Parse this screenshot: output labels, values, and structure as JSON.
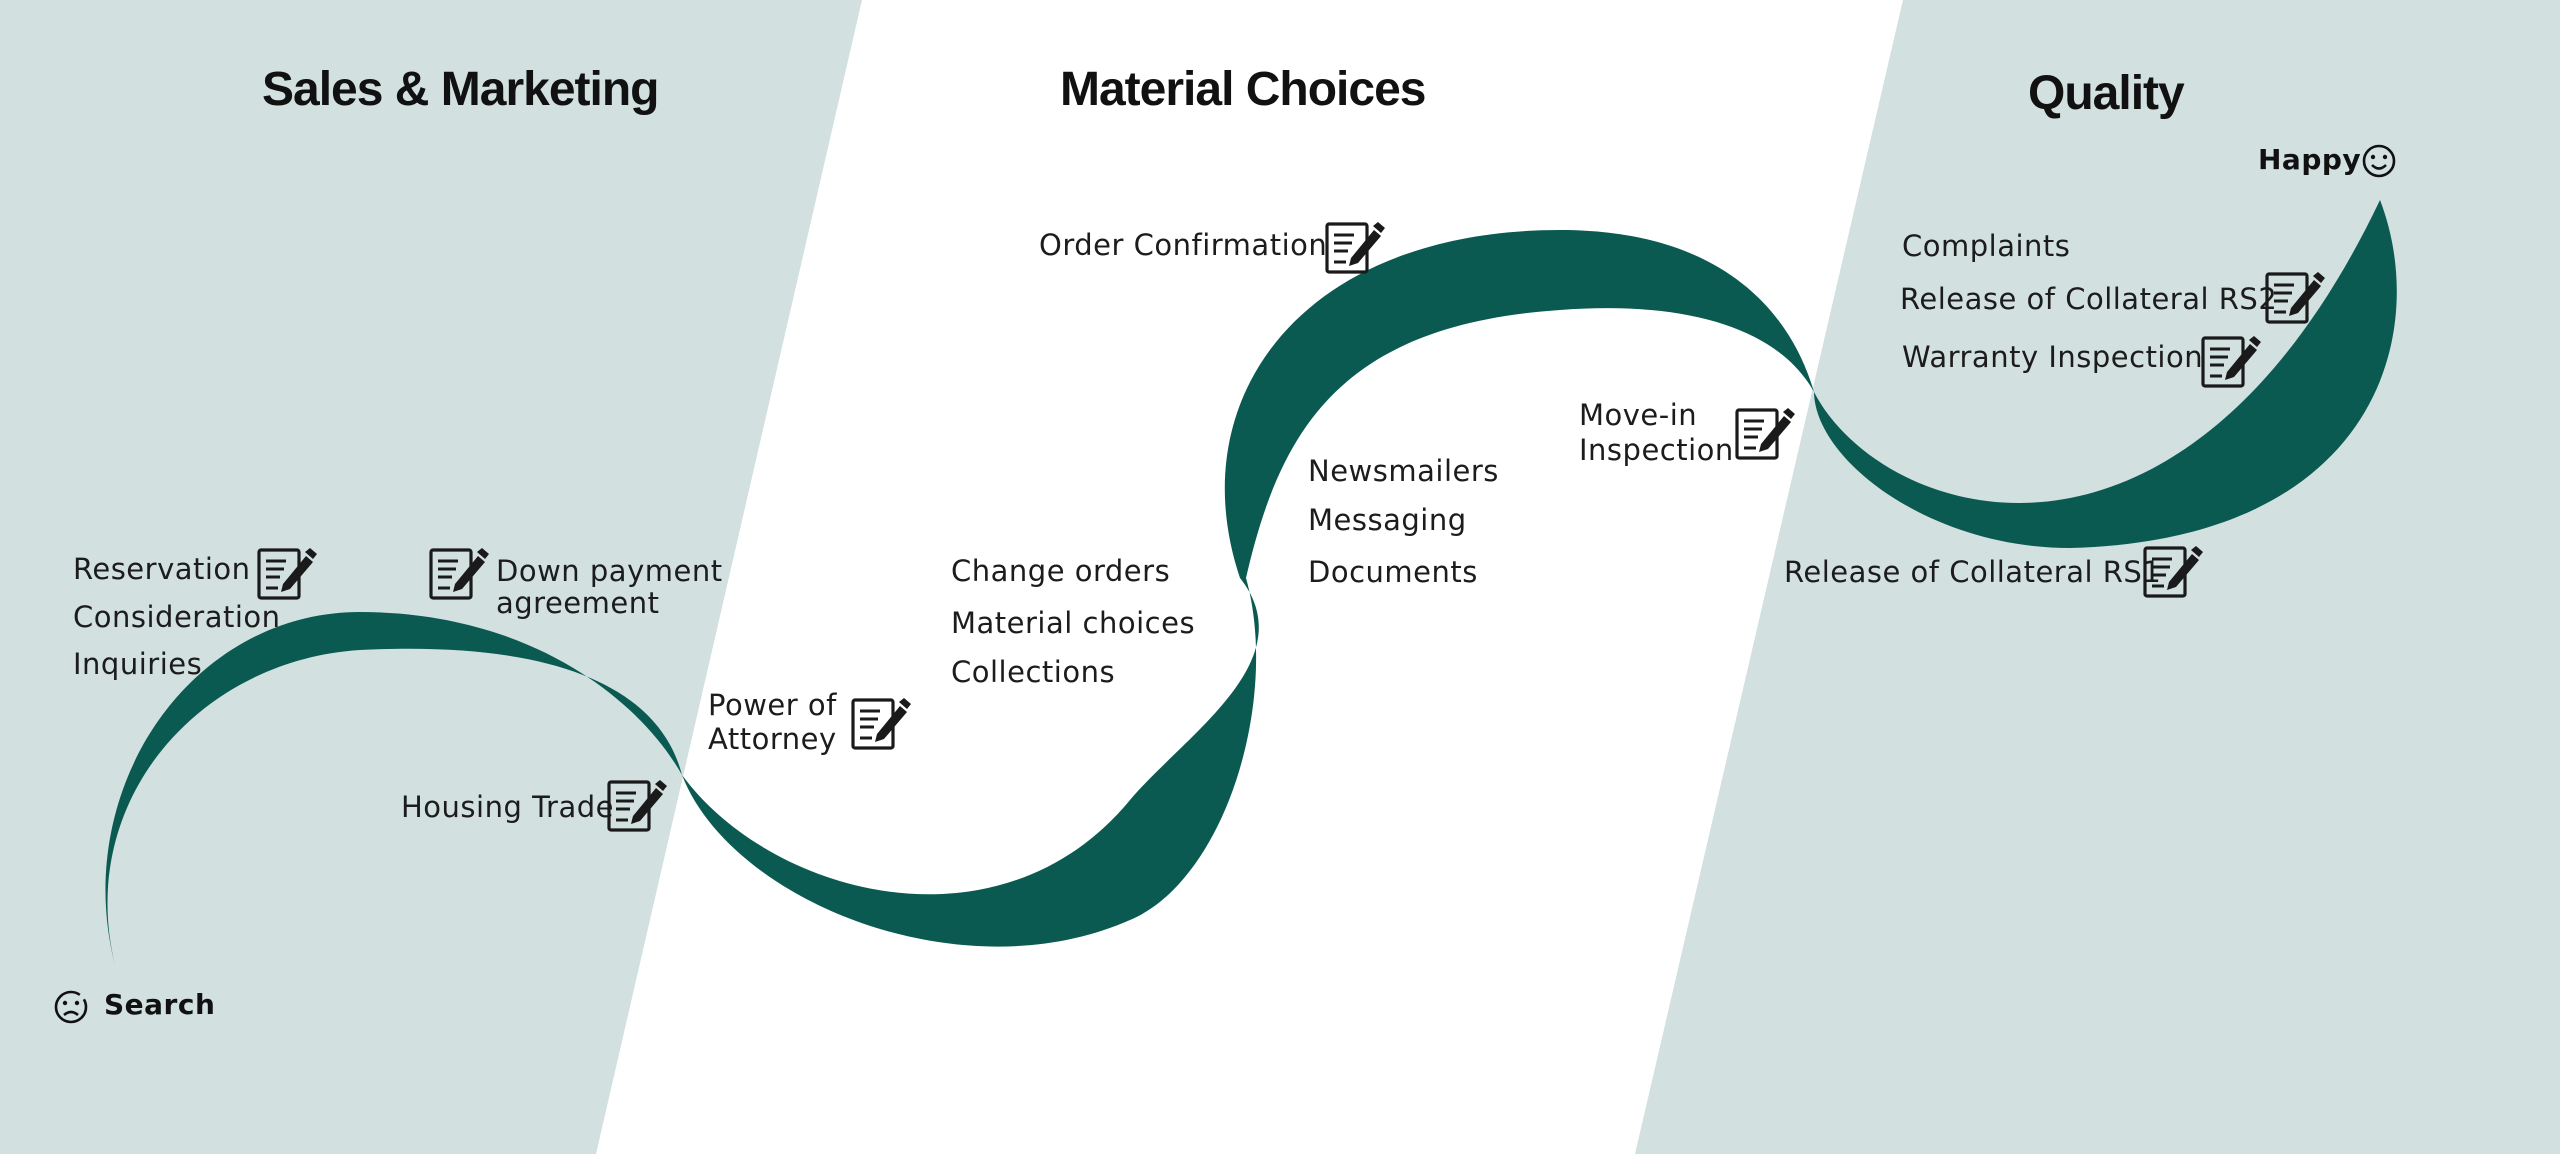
{
  "colors": {
    "band": "#d2e0e0",
    "ribbon": "#0b5a52",
    "text": "#1c1c1c"
  },
  "headings": {
    "sales": "Sales & Marketing",
    "material": "Material Choices",
    "quality": "Quality"
  },
  "endpoints": {
    "start": {
      "label": "Search",
      "icon": "sad-face-icon"
    },
    "end": {
      "label": "Happy",
      "icon": "smiley-face-icon"
    }
  },
  "labels": {
    "reservation": "Reservation",
    "consideration": "Consideration",
    "inquiries": "Inquiries",
    "down_payment_1": "Down payment",
    "down_payment_2": "agreement",
    "housing_trade": "Housing Trade",
    "power_1": "Power of",
    "power_2": "Attorney",
    "change_orders": "Change  orders",
    "material_choices": "Material choices",
    "collections": "Collections",
    "order_confirmation": "Order Confirmation",
    "newsmailers": "Newsmailers",
    "messaging": "Messaging",
    "documents": "Documents",
    "move_in_1": "Move-in",
    "move_in_2": "Inspection",
    "complaints": "Complaints",
    "release_rs2": "Release of Collateral RS2",
    "warranty": "Warranty Inspection",
    "release_rs1": "Release of Collateral RS1"
  },
  "icons": {
    "document": "document-sign-icon"
  }
}
